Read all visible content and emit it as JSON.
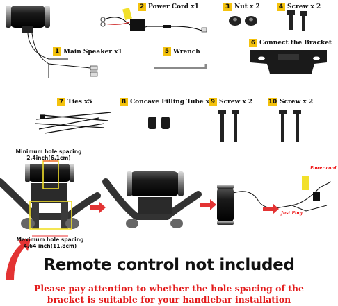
{
  "parts": [
    {
      "num": "1",
      "label": "Main Speaker x1"
    },
    {
      "num": "2",
      "label": "Power Cord x1"
    },
    {
      "num": "3",
      "label": "Nut x 2"
    },
    {
      "num": "4",
      "label": "Screw x 2"
    },
    {
      "num": "5",
      "label": "Wrench"
    },
    {
      "num": "6",
      "label": "Connect the Bracket"
    },
    {
      "num": "7",
      "label": "Ties x5"
    },
    {
      "num": "8",
      "label": "Concave Filling Tube x 2"
    },
    {
      "num": "9",
      "label": "Screw x 2"
    },
    {
      "num": "10",
      "label": "Screw x 2"
    }
  ],
  "spacing": {
    "min_line1": "Minimum hole spacing",
    "min_line2": "2.4inch(6.1cm)",
    "max_line1": "Maximum hole spacing",
    "max_line2": "4.64 inch(11.8cm)"
  },
  "tags": {
    "power_cord": "Power cord",
    "just_plug": "Just Plug"
  },
  "main_title": "Remote control not included",
  "note_line1": "Please pay attention to whether the hole spacing of the",
  "note_line2": "bracket is suitable for your handlebar installation",
  "colors": {
    "accent": "#f4c20d",
    "warning": "#e31b1b",
    "arrow": "#e33333"
  }
}
